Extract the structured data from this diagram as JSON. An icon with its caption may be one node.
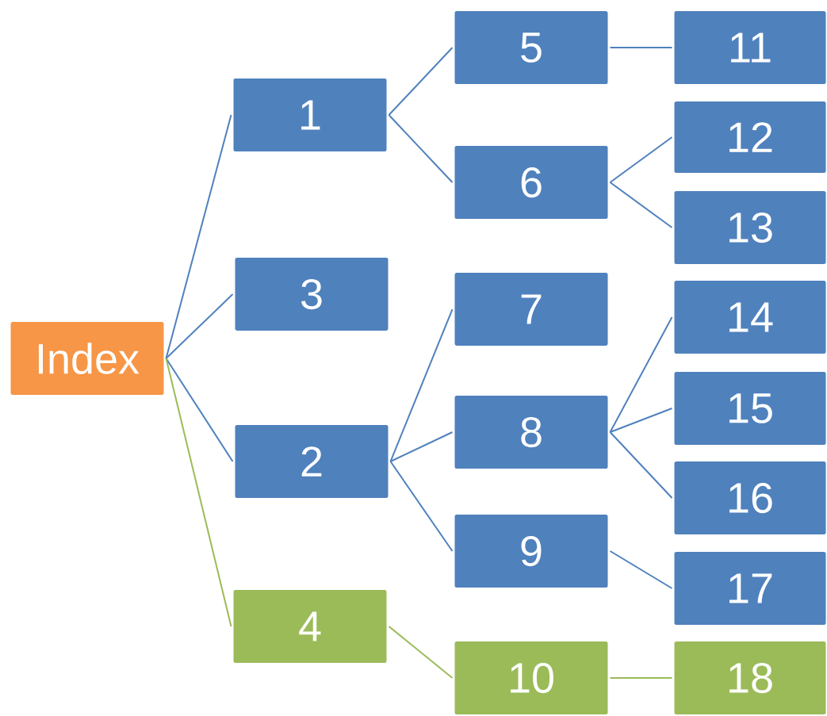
{
  "diagram": {
    "nodes": [
      {
        "text": [
          "Index"
        ]
      },
      {
        "text": [
          "1"
        ]
      },
      {
        "text": [
          "3"
        ]
      },
      {
        "text": [
          "2"
        ]
      },
      {
        "text": [
          "4"
        ]
      },
      {
        "text": [
          "5"
        ]
      },
      {
        "text": [
          "6"
        ]
      },
      {
        "text": [
          "7"
        ]
      },
      {
        "text": [
          "8"
        ]
      },
      {
        "text": [
          "9"
        ]
      },
      {
        "text": [
          "10"
        ]
      },
      {
        "text": [
          "11"
        ]
      },
      {
        "text": [
          "12"
        ]
      },
      {
        "text": [
          "13"
        ]
      },
      {
        "text": [
          "14"
        ]
      },
      {
        "text": [
          "15"
        ]
      },
      {
        "text": [
          "16"
        ]
      },
      {
        "text": [
          "17"
        ]
      },
      {
        "text": [
          "18"
        ]
      }
    ],
    "edges": [
      {
        "from": 0,
        "to": 1,
        "arrow": "none"
      },
      {
        "from": 0,
        "to": 2,
        "arrow": "none"
      },
      {
        "from": 0,
        "to": 3,
        "arrow": "none"
      },
      {
        "from": 0,
        "to": 4,
        "arrow": "none",
        "color": "#9bbb59"
      },
      {
        "from": 1,
        "to": 5,
        "arrow": "none"
      },
      {
        "from": 1,
        "to": 6,
        "arrow": "none"
      },
      {
        "from": 3,
        "to": 7,
        "arrow": "none"
      },
      {
        "from": 3,
        "to": 8,
        "arrow": "none"
      },
      {
        "from": 3,
        "to": 9,
        "arrow": "none"
      },
      {
        "from": 4,
        "to": 10,
        "arrow": "none",
        "color": "#9bbb59"
      },
      {
        "from": 5,
        "to": 11,
        "arrow": "none"
      },
      {
        "from": 6,
        "to": 12,
        "arrow": "none"
      },
      {
        "from": 6,
        "to": 13,
        "arrow": "none"
      },
      {
        "from": 8,
        "to": 14,
        "arrow": "none"
      },
      {
        "from": 8,
        "to": 15,
        "arrow": "none"
      },
      {
        "from": 8,
        "to": 16,
        "arrow": "none"
      },
      {
        "from": 9,
        "to": 17,
        "arrow": "none"
      },
      {
        "from": 10,
        "to": 18,
        "arrow": "none",
        "color": "#9bbb59"
      }
    ]
  }
}
